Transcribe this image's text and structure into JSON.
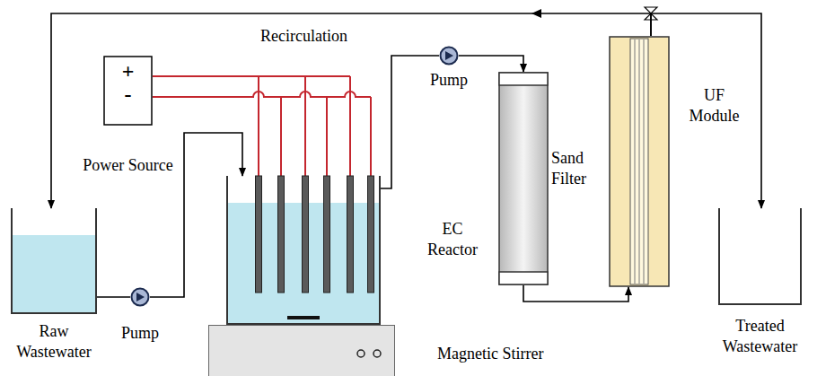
{
  "diagram": {
    "nodes": [
      {
        "text": [
          "+",
          "-",
          "Power Source"
        ]
      },
      {
        "text": [
          "Raw Wastewater"
        ]
      },
      {
        "text": [
          "Pump"
        ]
      },
      {
        "text": [
          "EC Reactor"
        ]
      },
      {
        "text": [
          "Magnetic Stirrer"
        ]
      },
      {
        "text": [
          "Pump"
        ]
      },
      {
        "text": [
          "Sand Filter"
        ]
      },
      {
        "text": [
          "UF Module"
        ]
      },
      {
        "text": [
          "Treated Wastewater"
        ]
      }
    ],
    "edges": [
      {
        "from": 0,
        "to": 3,
        "arrow": "none"
      },
      {
        "from": 1,
        "to": 2,
        "arrow": "none"
      },
      {
        "from": 2,
        "to": 3,
        "arrow": "to"
      },
      {
        "from": 3,
        "to": 5,
        "arrow": "none"
      },
      {
        "from": 5,
        "to": 6,
        "arrow": "to"
      },
      {
        "from": 6,
        "to": 7,
        "arrow": "to"
      },
      {
        "from": 7,
        "to": 1,
        "label": "Recirculation",
        "arrow": "to"
      },
      {
        "from": 7,
        "to": 8,
        "arrow": "to"
      }
    ]
  }
}
